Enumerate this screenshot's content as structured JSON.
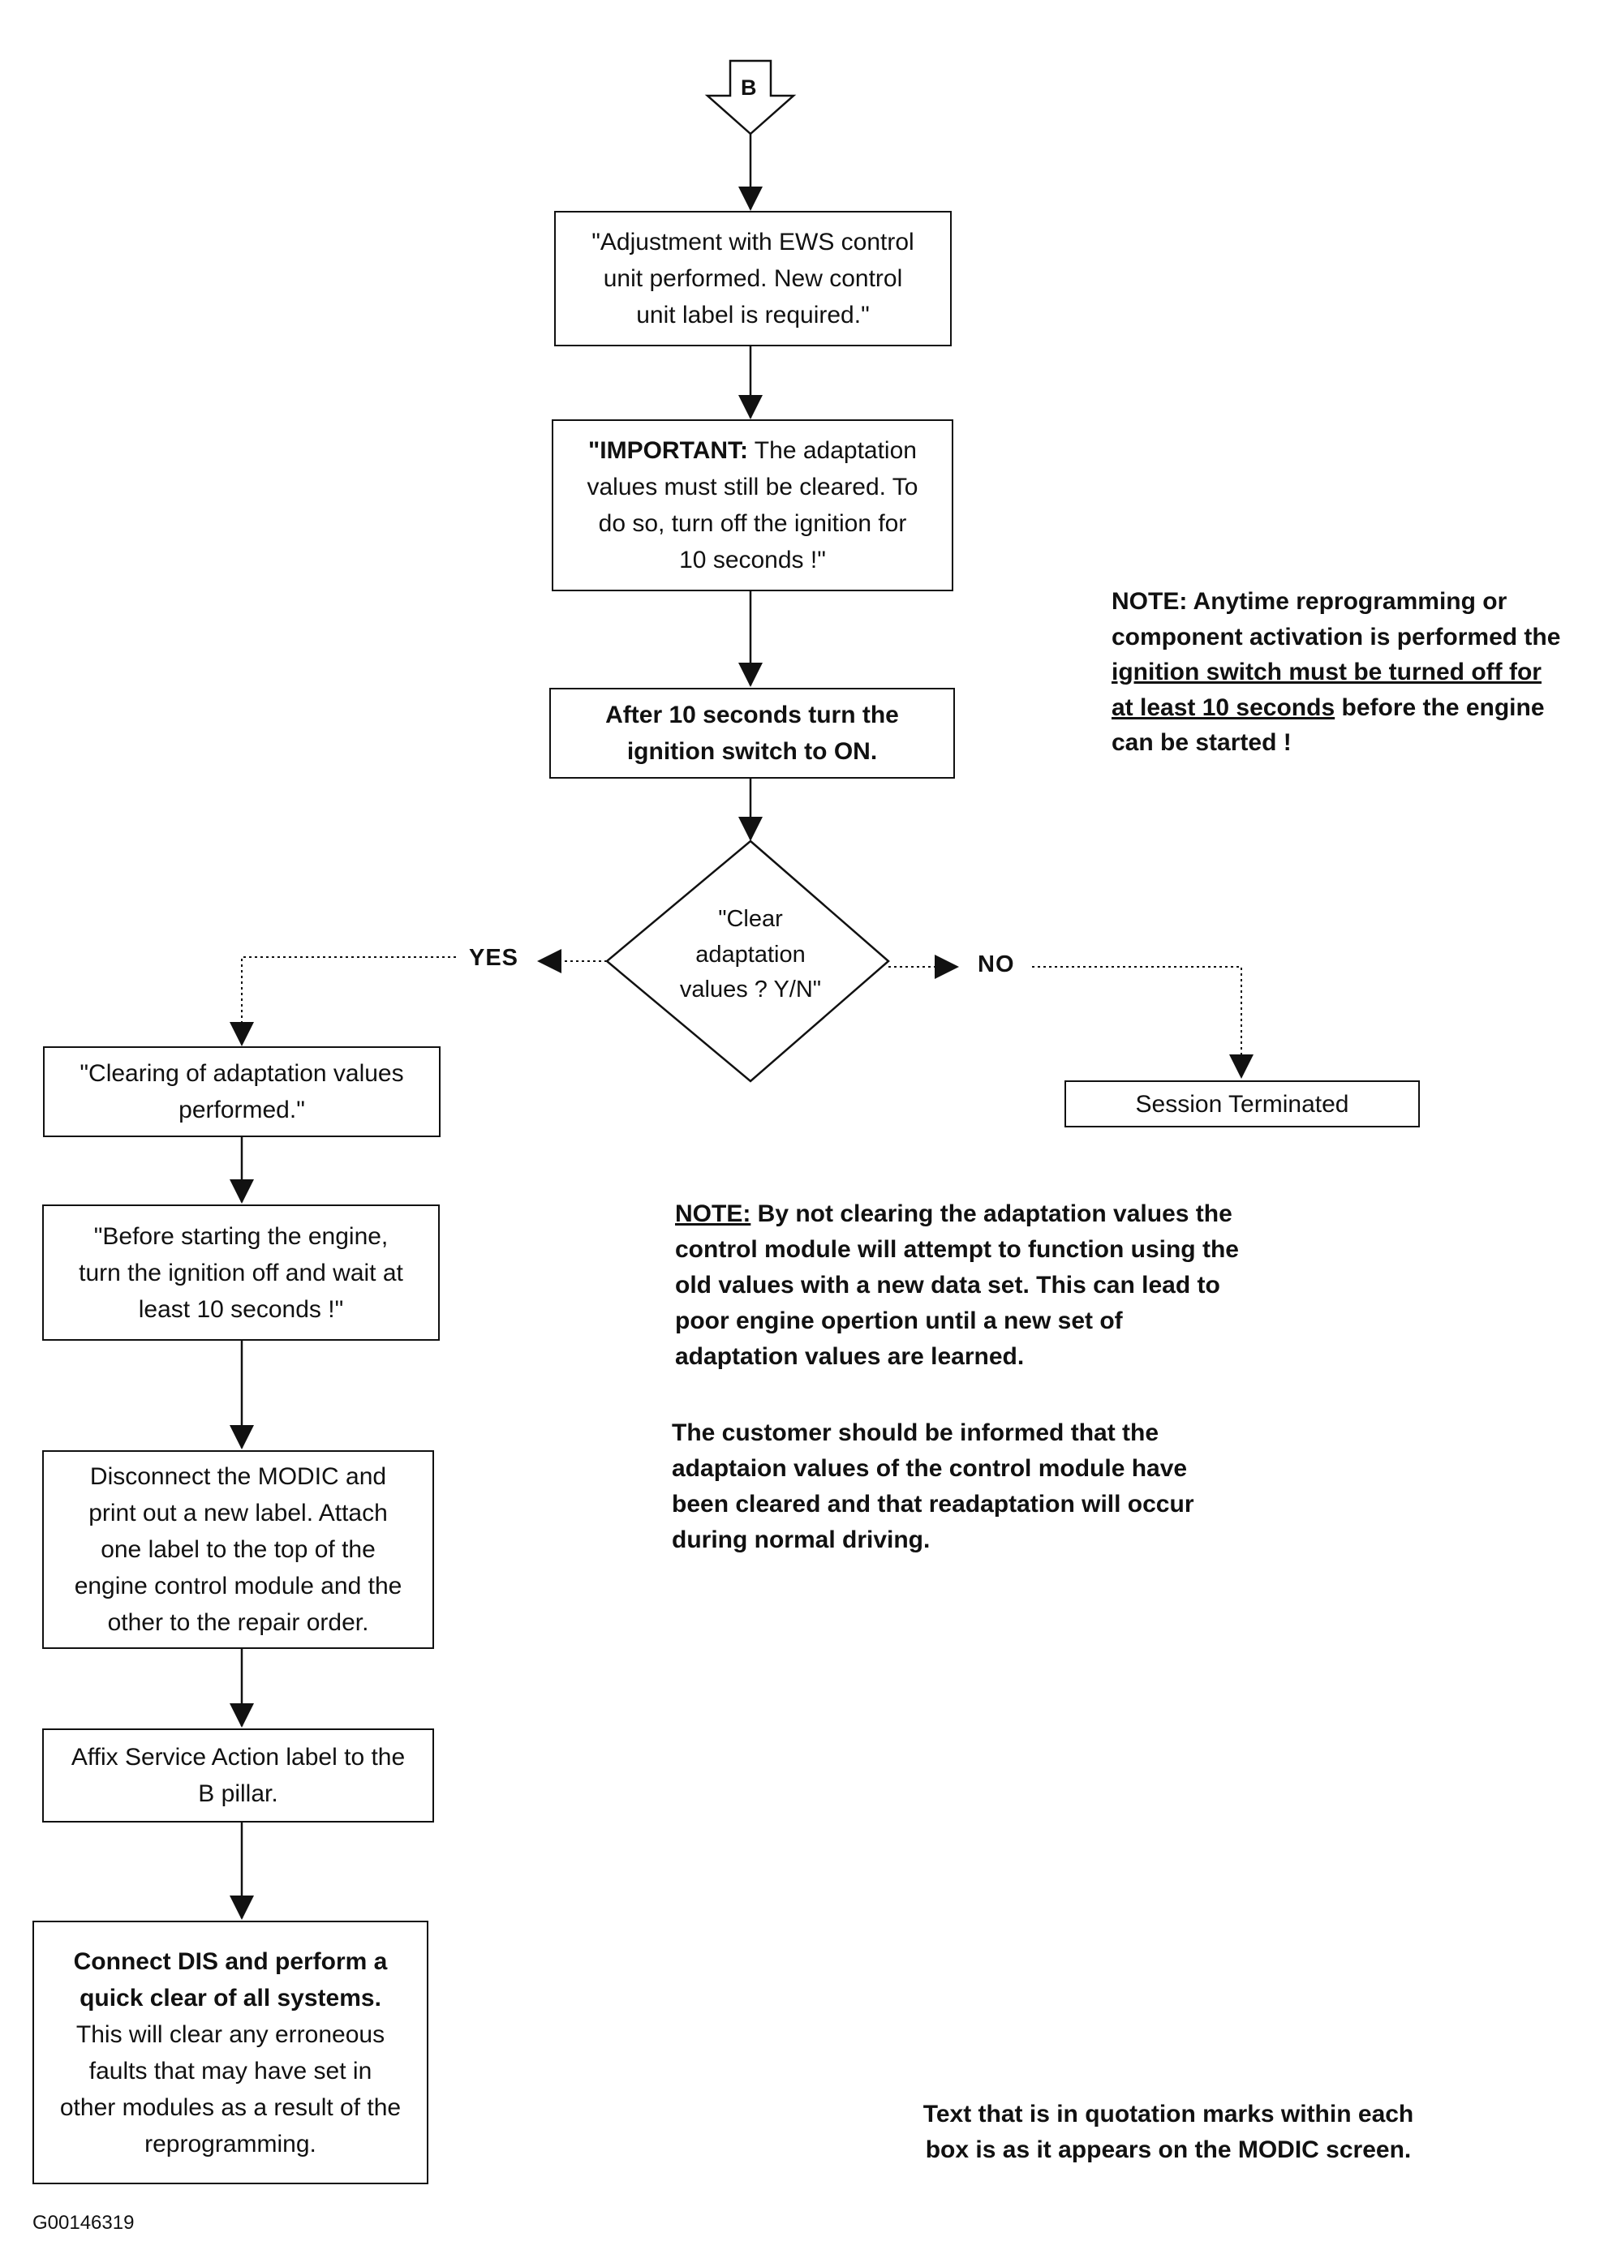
{
  "connector": {
    "label": "B"
  },
  "boxes": {
    "adjustment": {
      "lines": [
        "\"Adjustment with EWS control",
        "unit performed.  New control",
        "unit label is required.\""
      ]
    },
    "important": {
      "bold_prefix": "\"IMPORTANT:",
      "line1_rest": " The adaptation",
      "lines": [
        "values must still be cleared.  To",
        "do so, turn off the ignition for",
        "10 seconds !\""
      ]
    },
    "after_10": {
      "lines": [
        "After 10 seconds turn the",
        "ignition switch to ON."
      ]
    },
    "decision": {
      "lines": [
        "\"Clear",
        "adaptation",
        "values ? Y/N\""
      ]
    },
    "clearing": {
      "lines": [
        "\"Clearing of adaptation values",
        "performed.\""
      ]
    },
    "session": {
      "text": "Session Terminated"
    },
    "before_start": {
      "lines": [
        "\"Before starting the engine,",
        "turn the ignition off and wait at",
        "least 10 seconds !\""
      ]
    },
    "disconnect": {
      "lines": [
        "Disconnect the MODIC and",
        "print out a new label.  Attach",
        "one label to the top of the",
        "engine control module and the",
        "other to the repair order."
      ]
    },
    "affix": {
      "lines": [
        "Affix Service Action label to the",
        "B pillar."
      ]
    },
    "connect": {
      "bold_lines": [
        "Connect DIS and perform a",
        "quick clear of all systems."
      ],
      "lines": [
        "This will clear any erroneous",
        "faults that may have set in",
        "other modules as a result of the",
        "reprogramming."
      ]
    }
  },
  "branch_labels": {
    "yes": "YES",
    "no": "NO"
  },
  "notes": {
    "ignition": {
      "line1": "NOTE: Anytime reprogramming or",
      "line2": "component activation is performed the",
      "line3_u": "ignition switch must be turned off for",
      "line4_u": "at least 10 seconds",
      "line4_rest": " before the engine",
      "line5": "can be started !"
    },
    "adaptation": {
      "prefix_u": "NOTE:",
      "line1_rest": " By not clearing the adaptation values the",
      "lines": [
        "control module will attempt to function using the",
        "old values with a new data set.  This can lead to",
        "poor engine opertion until a new set of",
        "adaptation values are learned."
      ]
    },
    "customer": {
      "lines": [
        "The customer should be informed that the",
        "adaptaion values of the control module have",
        "been cleared and that readaptation will occur",
        "during normal driving."
      ]
    },
    "quotation": {
      "lines": [
        "Text that is in quotation marks within each",
        "box is as it appears on the MODIC screen."
      ]
    }
  },
  "footer": {
    "id": "G00146319"
  }
}
